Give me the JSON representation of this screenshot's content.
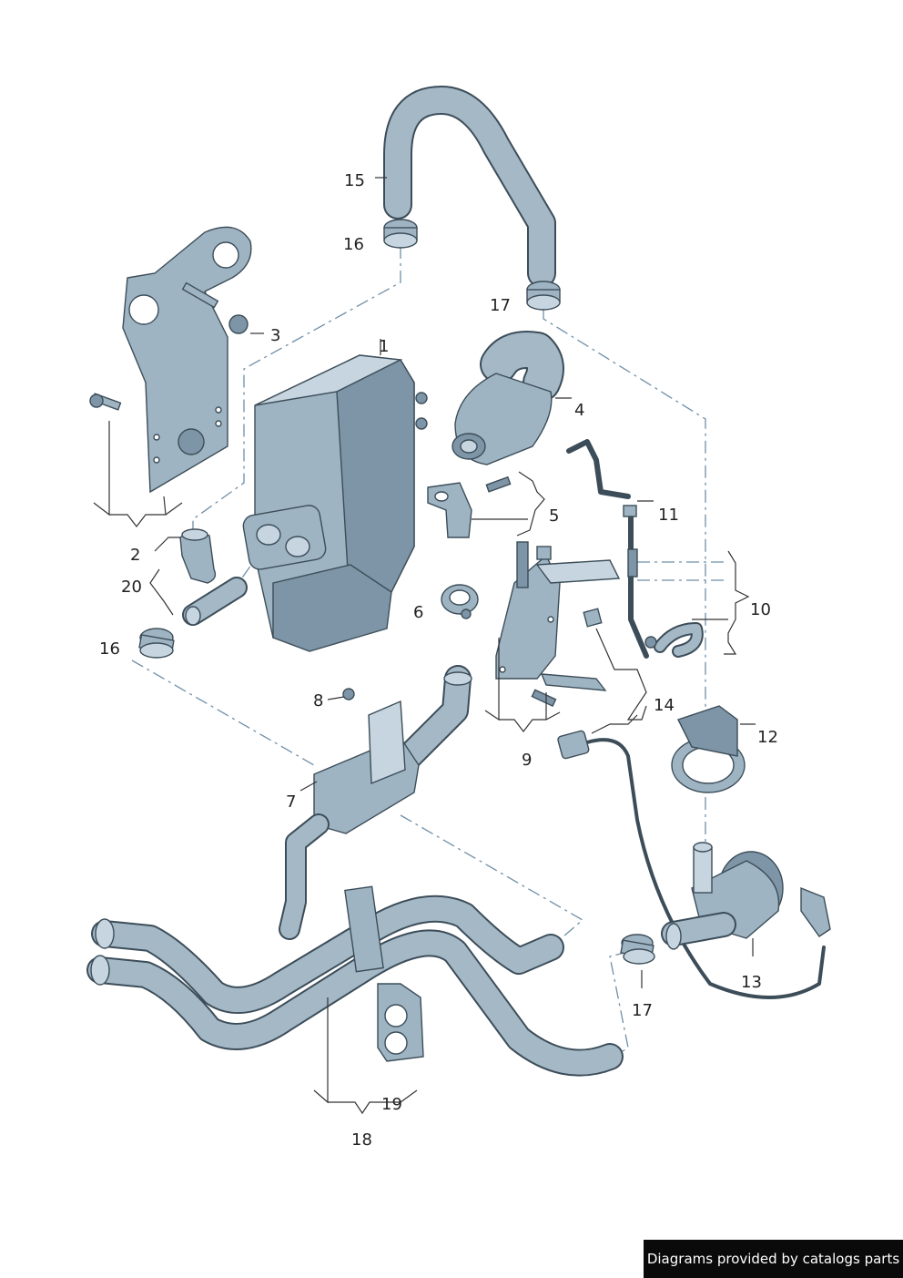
{
  "callouts": [
    "1",
    "2",
    "3",
    "4",
    "5",
    "6",
    "7",
    "8",
    "9",
    "10",
    "11",
    "12",
    "13",
    "14",
    "15",
    "16",
    "16",
    "17",
    "17",
    "18",
    "19",
    "20"
  ],
  "footer": {
    "credit": "Diagrams provided by catalogs parts"
  }
}
